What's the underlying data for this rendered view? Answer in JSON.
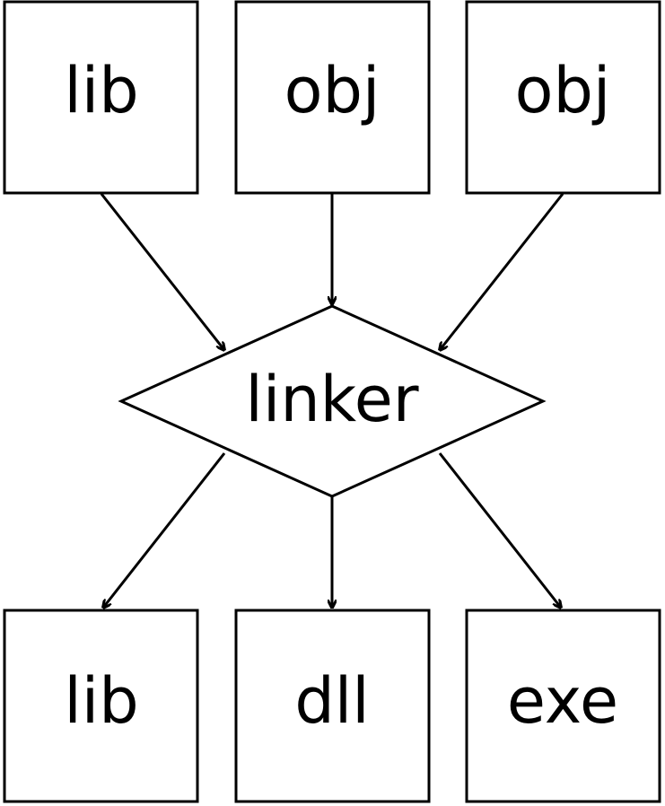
{
  "diagram": {
    "inputs": [
      {
        "label": "lib"
      },
      {
        "label": "obj"
      },
      {
        "label": "obj"
      }
    ],
    "process": {
      "label": "linker"
    },
    "outputs": [
      {
        "label": "lib"
      },
      {
        "label": "dll"
      },
      {
        "label": "exe"
      }
    ]
  },
  "colors": {
    "stroke": "#000000",
    "background": "#ffffff"
  }
}
